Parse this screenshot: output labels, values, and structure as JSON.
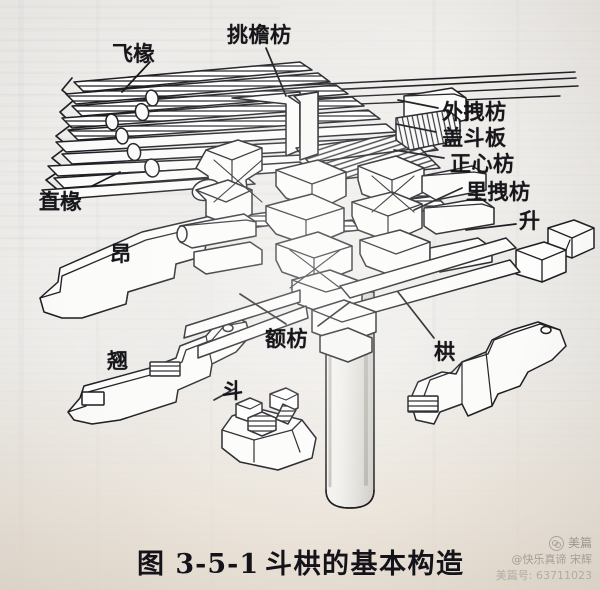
{
  "figure": {
    "caption_number": "图 3-5-1",
    "caption_title": "斗栱的基本构造",
    "subject": "中国古建筑斗栱分解轴测图"
  },
  "colors": {
    "paper": "#f0eeeb",
    "ink": "#1a1a1e",
    "label_text": "#17161a",
    "watermark": "#9a968f"
  },
  "labels": [
    {
      "id": "feichuan",
      "text": "飞椽",
      "note": "top-left, points to flying rafter tips"
    },
    {
      "id": "tiaoyanfang",
      "text": "挑檐枋",
      "note": "top-center, points to eaves purlin"
    },
    {
      "id": "zhichuan",
      "text": "直椽",
      "note": "left, points to straight rafters"
    },
    {
      "id": "waizhuaifang",
      "text": "外拽枋",
      "note": "upper-right"
    },
    {
      "id": "gaidouban",
      "text": "盖斗板",
      "note": "upper-right"
    },
    {
      "id": "zhengxinfang",
      "text": "正心枋",
      "note": "upper-right"
    },
    {
      "id": "lizhuaifang",
      "text": "里拽枋",
      "note": "right"
    },
    {
      "id": "sheng",
      "text": "升",
      "note": "right, points to small bearing block"
    },
    {
      "id": "ang",
      "text": "昂",
      "note": "left, points to slanted cantilever arm"
    },
    {
      "id": "qiao",
      "text": "翘",
      "note": "lower-left, points to transverse bracket arm"
    },
    {
      "id": "efang",
      "text": "额枋",
      "note": "center-bottom, points to architrave"
    },
    {
      "id": "dou",
      "text": "斗",
      "note": "bottom-center, points to the block piece"
    },
    {
      "id": "gong",
      "text": "栱",
      "note": "lower-right, points to bracket arm"
    }
  ],
  "watermark": {
    "brand": "美篇",
    "author": "@快乐真谛 宋辉",
    "account": "美篇号: 63711023",
    "logo_icon": "meipian-logo-icon"
  }
}
